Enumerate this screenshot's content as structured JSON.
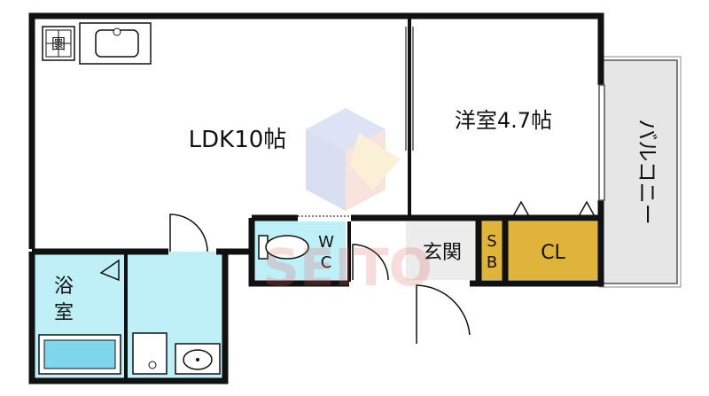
{
  "rooms": {
    "ldk": "LDK10帖",
    "western_room": "洋室4.7帖",
    "bath_line1": "浴",
    "bath_line2": "室",
    "wc_line1": "W",
    "wc_line2": "C",
    "entrance": "玄関",
    "shoebox_line1": "S",
    "shoebox_line2": "B",
    "closet": "CL",
    "balcony": "バルコニー"
  },
  "watermark": {
    "text": "SEITO"
  },
  "colors": {
    "wall": "#111111",
    "bathroom_fill": "#bfeff7",
    "closet_fill": "#e0b43a",
    "balcony_fill": "#e6e6e6",
    "entrance_fill": "#ececec",
    "bathtub_fill": "#7fd6ea"
  },
  "icons": [
    "stove-icon",
    "sink-icon",
    "toilet-icon",
    "washbasin-icon",
    "bathtub-icon",
    "watermark-logo"
  ]
}
